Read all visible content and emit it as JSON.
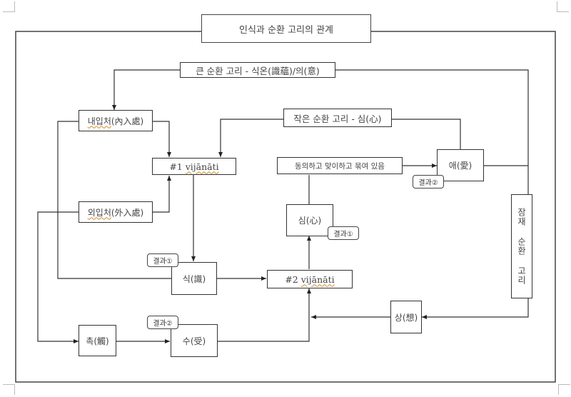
{
  "diagram": {
    "title": "인식과 순환 고리의 관계",
    "loops": {
      "big": "큰 순환 고리 - 식온(識蘊)/의(意)",
      "small": "작은 순환 고리 - 심(心)",
      "latent": "잠재 순환 고리"
    },
    "nodes": {
      "internal_base": {
        "prefix": "내입처",
        "suffix": "(內入處)"
      },
      "external_base": {
        "prefix": "외입처",
        "suffix": "(外入處)"
      },
      "vijnanati1": {
        "prefix": "#1 ",
        "word": "vijānāti"
      },
      "vijnanati2": {
        "prefix": "#2 ",
        "word": "vijānāti"
      },
      "consciousness": "식(識)",
      "contact": "촉(觸)",
      "feeling": "수(受)",
      "perception": "상(想)",
      "mind": "심(心)",
      "craving": "애(愛)",
      "bound_state": "동의하고 맞이하고 묶여 있음"
    },
    "badges": {
      "result1_consciousness": "결과①",
      "result1_mind": "결과①",
      "result2_feeling": "결과②",
      "result2_craving": "결과②"
    }
  }
}
